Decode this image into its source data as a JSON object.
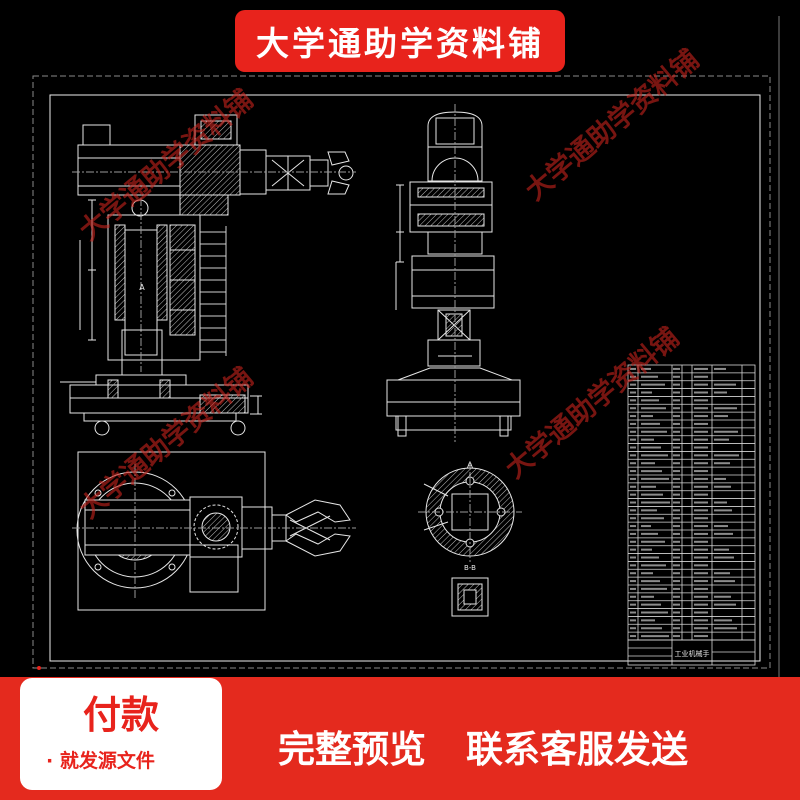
{
  "banner": {
    "title": "大学通助学资料铺"
  },
  "watermark": {
    "text": "大学通助学资料铺"
  },
  "drawing": {
    "section_label_a": "A",
    "section_label_bb": "B-B",
    "title_block_name": "工业机械手"
  },
  "footer": {
    "pay_label": "付款",
    "pay_note": "· 就发源文件",
    "slogan_preview": "完整预览",
    "slogan_contact": "联系客服发送"
  },
  "colors": {
    "brand_red": "#e8231c",
    "drawing_background": "#000000",
    "drawing_lines": "#e6e6e6",
    "watermark": "#c8231c"
  }
}
